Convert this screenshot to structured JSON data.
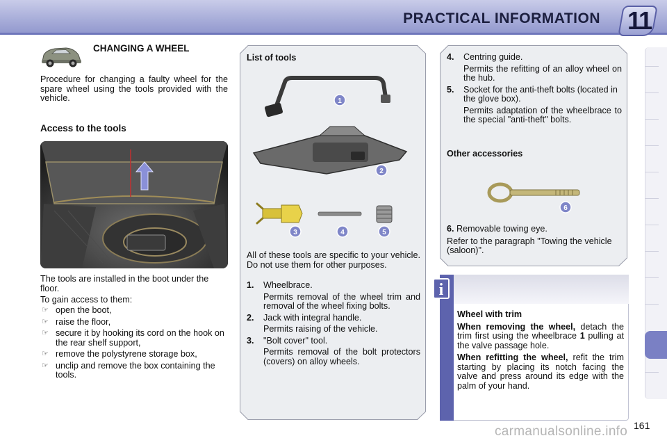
{
  "header": {
    "section_title": "PRACTICAL INFORMATION",
    "chapter_number": "11",
    "colors": {
      "band": "#9aa0d2",
      "accent": "#5d63ad"
    }
  },
  "column1": {
    "car_icon": "car-icon",
    "chapter_heading": "CHANGING A WHEEL",
    "intro": "Procedure for changing a faulty wheel for the spare wheel using the tools provided with the vehicle.",
    "access_heading": "Access to the tools",
    "boot_photo": "boot-floor-photo",
    "boot_text": "The tools are installed in the boot under the floor.",
    "gain_access": "To gain access to them:",
    "bullet_glyph": "☞",
    "steps": [
      "open the boot,",
      "raise the floor,",
      "secure it by hooking its cord on the hook on the rear shelf support,",
      "remove the polystyrene storage box,",
      "unclip and remove the box containing the tools."
    ]
  },
  "tools_panel": {
    "heading": "List of tools",
    "callouts": [
      "1",
      "2",
      "3",
      "4",
      "5"
    ],
    "intro": "All of these tools are specific to your vehicle. Do not use them for other purposes.",
    "items": [
      {
        "num": "1.",
        "name": "Wheelbrace.",
        "desc": "Permits removal of the wheel trim and removal of the wheel fixing bolts."
      },
      {
        "num": "2.",
        "name": "Jack with integral handle.",
        "desc": "Permits raising of the vehicle."
      },
      {
        "num": "3.",
        "name": "\"Bolt cover\" tool.",
        "desc": "Permits removal of the bolt protectors (covers) on alloy wheels."
      }
    ]
  },
  "guide_panel": {
    "items": [
      {
        "num": "4.",
        "name": "Centring guide.",
        "desc": "Permits the refitting of an alloy wheel on the hub."
      },
      {
        "num": "5.",
        "name": "Socket for the anti-theft bolts (located in the glove box).",
        "desc": "Permits adaptation of the wheelbrace to the special \"anti-theft\" bolts."
      }
    ],
    "other_heading": "Other accessories",
    "callout": "6",
    "item6_num": "6.",
    "item6_text": "Removable towing eye.",
    "refer_text": "Refer to the paragraph \"Towing the vehicle (saloon)\"."
  },
  "info_panel": {
    "icon": "i",
    "title": "Wheel with trim",
    "removing_label": "When removing the wheel,",
    "removing_text_a": " detach the trim first using the wheelbrace ",
    "removing_num": "1",
    "removing_text_b": " pulling at the valve passage hole.",
    "refitting_label": "When refitting the wheel,",
    "refitting_text": " refit the trim starting by placing its notch facing the valve and press around its edge with the palm of your hand."
  },
  "footer": {
    "page_number": "161",
    "watermark": "carmanualsonline.info"
  }
}
